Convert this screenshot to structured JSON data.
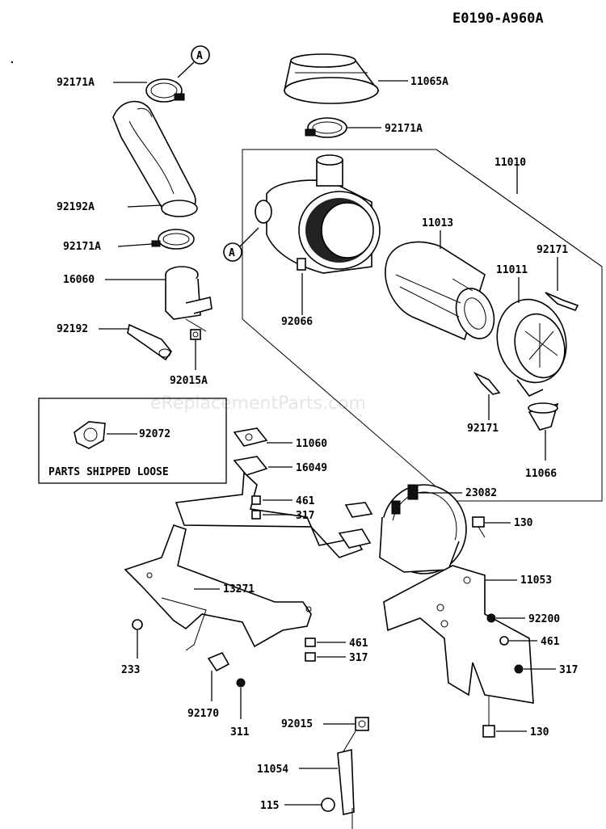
{
  "diagram_code": "E0190-A960A",
  "watermark": "eReplacementParts.com",
  "box_caption": "PARTS SHIPPED LOOSE",
  "callout_letter": "A",
  "labels": {
    "p11065A": "11065A",
    "p92171A_top": "92171A",
    "p92171A_cover": "92171A",
    "p92192A": "92192A",
    "p92171A_mid": "92171A",
    "p16060": "16060",
    "p92192": "92192",
    "p92015A": "92015A",
    "p11010": "11010",
    "p11013": "11013",
    "p92171_r1": "92171",
    "p11011": "11011",
    "p92066": "92066",
    "p92171_r2": "92171",
    "p11066": "11066",
    "p92072": "92072",
    "p11060": "11060",
    "p16049": "16049",
    "p461_a": "461",
    "p317_a": "317",
    "p23082": "23082",
    "p130_a": "130",
    "p13271": "13271",
    "p11053": "11053",
    "p92200": "92200",
    "p461_b": "461",
    "p461_c": "461",
    "p317_b": "317",
    "p317_c": "317",
    "p233": "233",
    "p92170": "92170",
    "p311": "311",
    "p92015": "92015",
    "p130_b": "130",
    "p11054": "11054",
    "p115": "115"
  }
}
